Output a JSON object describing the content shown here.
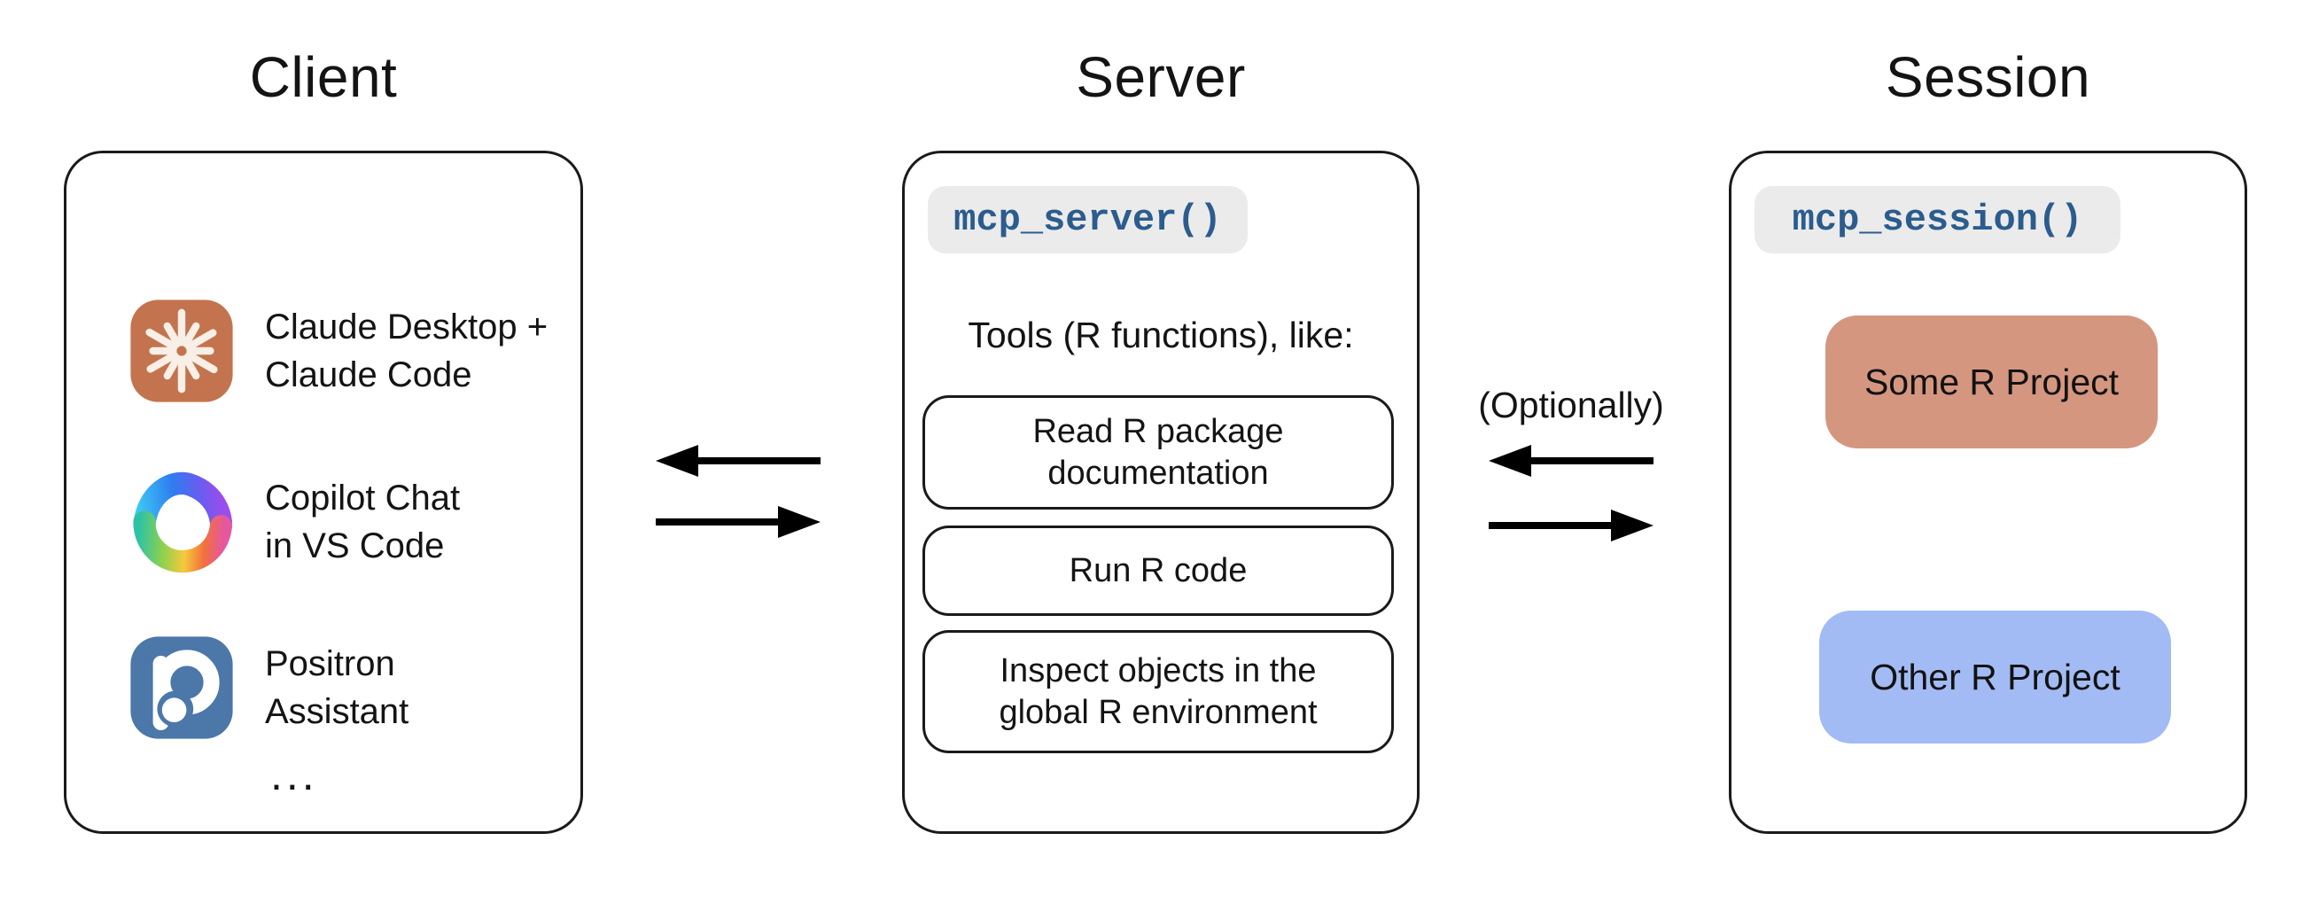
{
  "client": {
    "title": "Client",
    "items": [
      {
        "icon": "claude-icon",
        "label_lines": [
          "Claude Desktop +",
          "Claude Code"
        ]
      },
      {
        "icon": "copilot-icon",
        "label_lines": [
          "Copilot Chat",
          "in VS Code"
        ]
      },
      {
        "icon": "positron-icon",
        "label_lines": [
          "Positron",
          "Assistant"
        ]
      }
    ],
    "ellipsis": "..."
  },
  "server": {
    "title": "Server",
    "code": "mcp_server()",
    "tools_heading": "Tools (R functions), like:",
    "tools": [
      {
        "lines": [
          "Read R package",
          "documentation"
        ]
      },
      {
        "lines": [
          "Run R code"
        ]
      },
      {
        "lines": [
          "Inspect objects in the",
          "global R environment"
        ]
      }
    ]
  },
  "session": {
    "title": "Session",
    "code": "mcp_session()",
    "projects": [
      {
        "label": "Some R Project",
        "color": "#D59680"
      },
      {
        "label": "Other R Project",
        "color": "#A3BBF4"
      }
    ]
  },
  "connections": {
    "optional_label": "(Optionally)"
  },
  "colors": {
    "code_text": "#2B5C8D",
    "code_chip_bg": "#EBEBEB",
    "claude_tile": "#C4734F",
    "claude_star": "#F8EFE6",
    "positron_tile": "#4B77A9",
    "arrow": "#000000",
    "panel_border": "#1a1a1a",
    "some_project_bg": "#D59680",
    "other_project_bg": "#A3BBF4"
  }
}
